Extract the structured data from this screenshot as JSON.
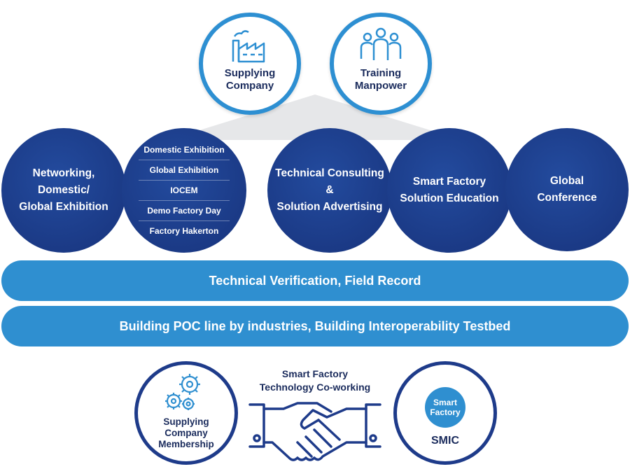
{
  "top_circles": [
    {
      "label": "Supplying\nCompany",
      "icon": "factory-icon"
    },
    {
      "label": "Training\nManpower",
      "icon": "people-icon"
    }
  ],
  "circles": {
    "networking": "Networking,\nDomestic/\nGlobal Exhibition",
    "exhibition_items": [
      "Domestic Exhibition",
      "Global Exhibition",
      "IOCEM",
      "Demo Factory Day",
      "Factory Hakerton"
    ],
    "consulting": "Technical Consulting\n&\nSolution Advertising",
    "education": "Smart Factory\nSolution Education",
    "conference": "Global\nConference"
  },
  "bars": {
    "verification": "Technical Verification, Field Record",
    "poc": "Building POC line by industries, Building Interoperability Testbed"
  },
  "bottom": {
    "membership": "Supplying\nCompany\nMembership",
    "coworking": "Smart Factory\nTechnology Co-working",
    "smic_logo": "Smart\nFactory",
    "smic": "SMIC"
  },
  "colors": {
    "light_blue": "#2f8fd0",
    "navy": "#1b3a86",
    "ring_blue": "#2d8fd2"
  }
}
